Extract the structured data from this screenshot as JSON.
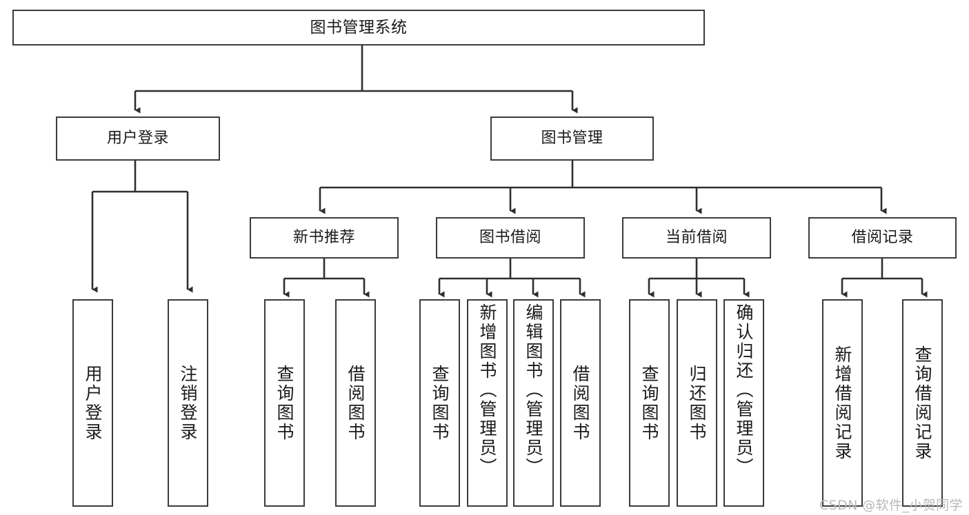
{
  "diagram": {
    "title": "图书管理系统",
    "type": "tree-hierarchy",
    "orientation": "top-down",
    "colors": {
      "box_border": "#3b3b3b",
      "box_fill": "#ffffff",
      "connector": "#1a1a1a",
      "background": "#ffffff",
      "watermark": "#b9b9b9"
    },
    "root": {
      "id": "root",
      "label": "图书管理系统"
    },
    "level2": [
      {
        "id": "user-login",
        "label": "用户登录"
      },
      {
        "id": "book-management",
        "label": "图书管理"
      }
    ],
    "level3": [
      {
        "id": "new-book-recommend",
        "label": "新书推荐",
        "parent": "book-management"
      },
      {
        "id": "book-borrow",
        "label": "图书借阅",
        "parent": "book-management"
      },
      {
        "id": "current-borrow",
        "label": "当前借阅",
        "parent": "book-management"
      },
      {
        "id": "borrow-record",
        "label": "借阅记录",
        "parent": "book-management"
      }
    ],
    "leaves": [
      {
        "id": "leaf-user-login",
        "label": "用户登录",
        "parent": "user-login"
      },
      {
        "id": "leaf-logout-login",
        "label": "注销登录",
        "parent": "user-login"
      },
      {
        "id": "leaf-query-book-1",
        "label": "查询图书",
        "parent": "new-book-recommend"
      },
      {
        "id": "leaf-borrow-book-1",
        "label": "借阅图书",
        "parent": "new-book-recommend"
      },
      {
        "id": "leaf-query-book-2",
        "label": "查询图书",
        "parent": "book-borrow"
      },
      {
        "id": "leaf-add-book",
        "label": "新增图书（管理员）",
        "parent": "book-borrow"
      },
      {
        "id": "leaf-edit-book",
        "label": "编辑图书（管理员）",
        "parent": "book-borrow"
      },
      {
        "id": "leaf-borrow-book-2",
        "label": "借阅图书",
        "parent": "book-borrow"
      },
      {
        "id": "leaf-query-book-3",
        "label": "查询图书",
        "parent": "current-borrow"
      },
      {
        "id": "leaf-return-book",
        "label": "归还图书",
        "parent": "current-borrow"
      },
      {
        "id": "leaf-confirm-return",
        "label": "确认归还（管理员）",
        "parent": "current-borrow"
      },
      {
        "id": "leaf-add-record",
        "label": "新增借阅记录",
        "parent": "borrow-record"
      },
      {
        "id": "leaf-query-record",
        "label": "查询借阅记录",
        "parent": "borrow-record"
      }
    ],
    "watermark": "CSDN @软件_小贺同学"
  }
}
